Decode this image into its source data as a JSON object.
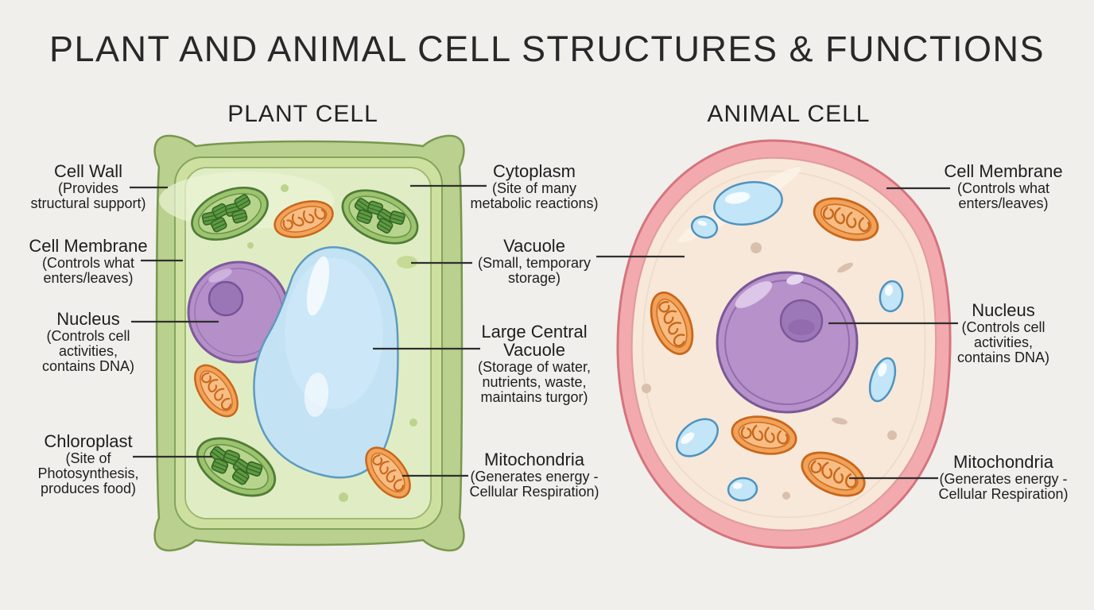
{
  "title": "PLANT AND ANIMAL CELL STRUCTURES & FUNCTIONS",
  "plant_cell": {
    "heading": "PLANT CELL",
    "labels": [
      {
        "name": "Cell Wall",
        "function": "(Provides\nstructural support)"
      },
      {
        "name": "Cell Membrane",
        "function": "(Controls what\nenters/leaves)"
      },
      {
        "name": "Nucleus",
        "function": "(Controls cell\nactivities,\ncontains DNA)"
      },
      {
        "name": "Chloroplast",
        "function": "(Site of\nPhotosynthesis,\nproduces food)"
      }
    ]
  },
  "shared_labels": [
    {
      "name": "Cytoplasm",
      "function": "(Site of many\nmetabolic reactions)"
    },
    {
      "name": "Vacuole",
      "function": "(Small, temporary\nstorage)"
    },
    {
      "name": "Large Central\nVacuole",
      "function": "(Storage of water,\nnutrients, waste,\nmaintains turgor)"
    },
    {
      "name": "Mitochondria",
      "function": "(Generates energy -\nCellular Respiration)"
    }
  ],
  "animal_cell": {
    "heading": "ANIMAL CELL",
    "labels": [
      {
        "name": "Cell Membrane",
        "function": "(Controls what\nenters/leaves)"
      },
      {
        "name": "Nucleus",
        "function": "(Controls cell\nactivities,\ncontains DNA)"
      },
      {
        "name": "Mitochondria",
        "function": "(Generates energy -\nCellular Respiration)"
      }
    ]
  },
  "palette": {
    "background": "#f0efec",
    "text": "#1f1f1f",
    "leader_line": "#2f2f2f",
    "plant_cell_wall_green": "#b9d08e",
    "plant_cytoplasm_green": "#e0edc4",
    "chloroplast_green": "#5d9a41",
    "mitochondria_orange": "#f2a159",
    "nucleus_purple": "#b58fc7",
    "vacuole_blue": "#c3e2f4",
    "animal_membrane_pink": "#f3aaae",
    "animal_cytoplasm_cream": "#f7e8d9"
  }
}
